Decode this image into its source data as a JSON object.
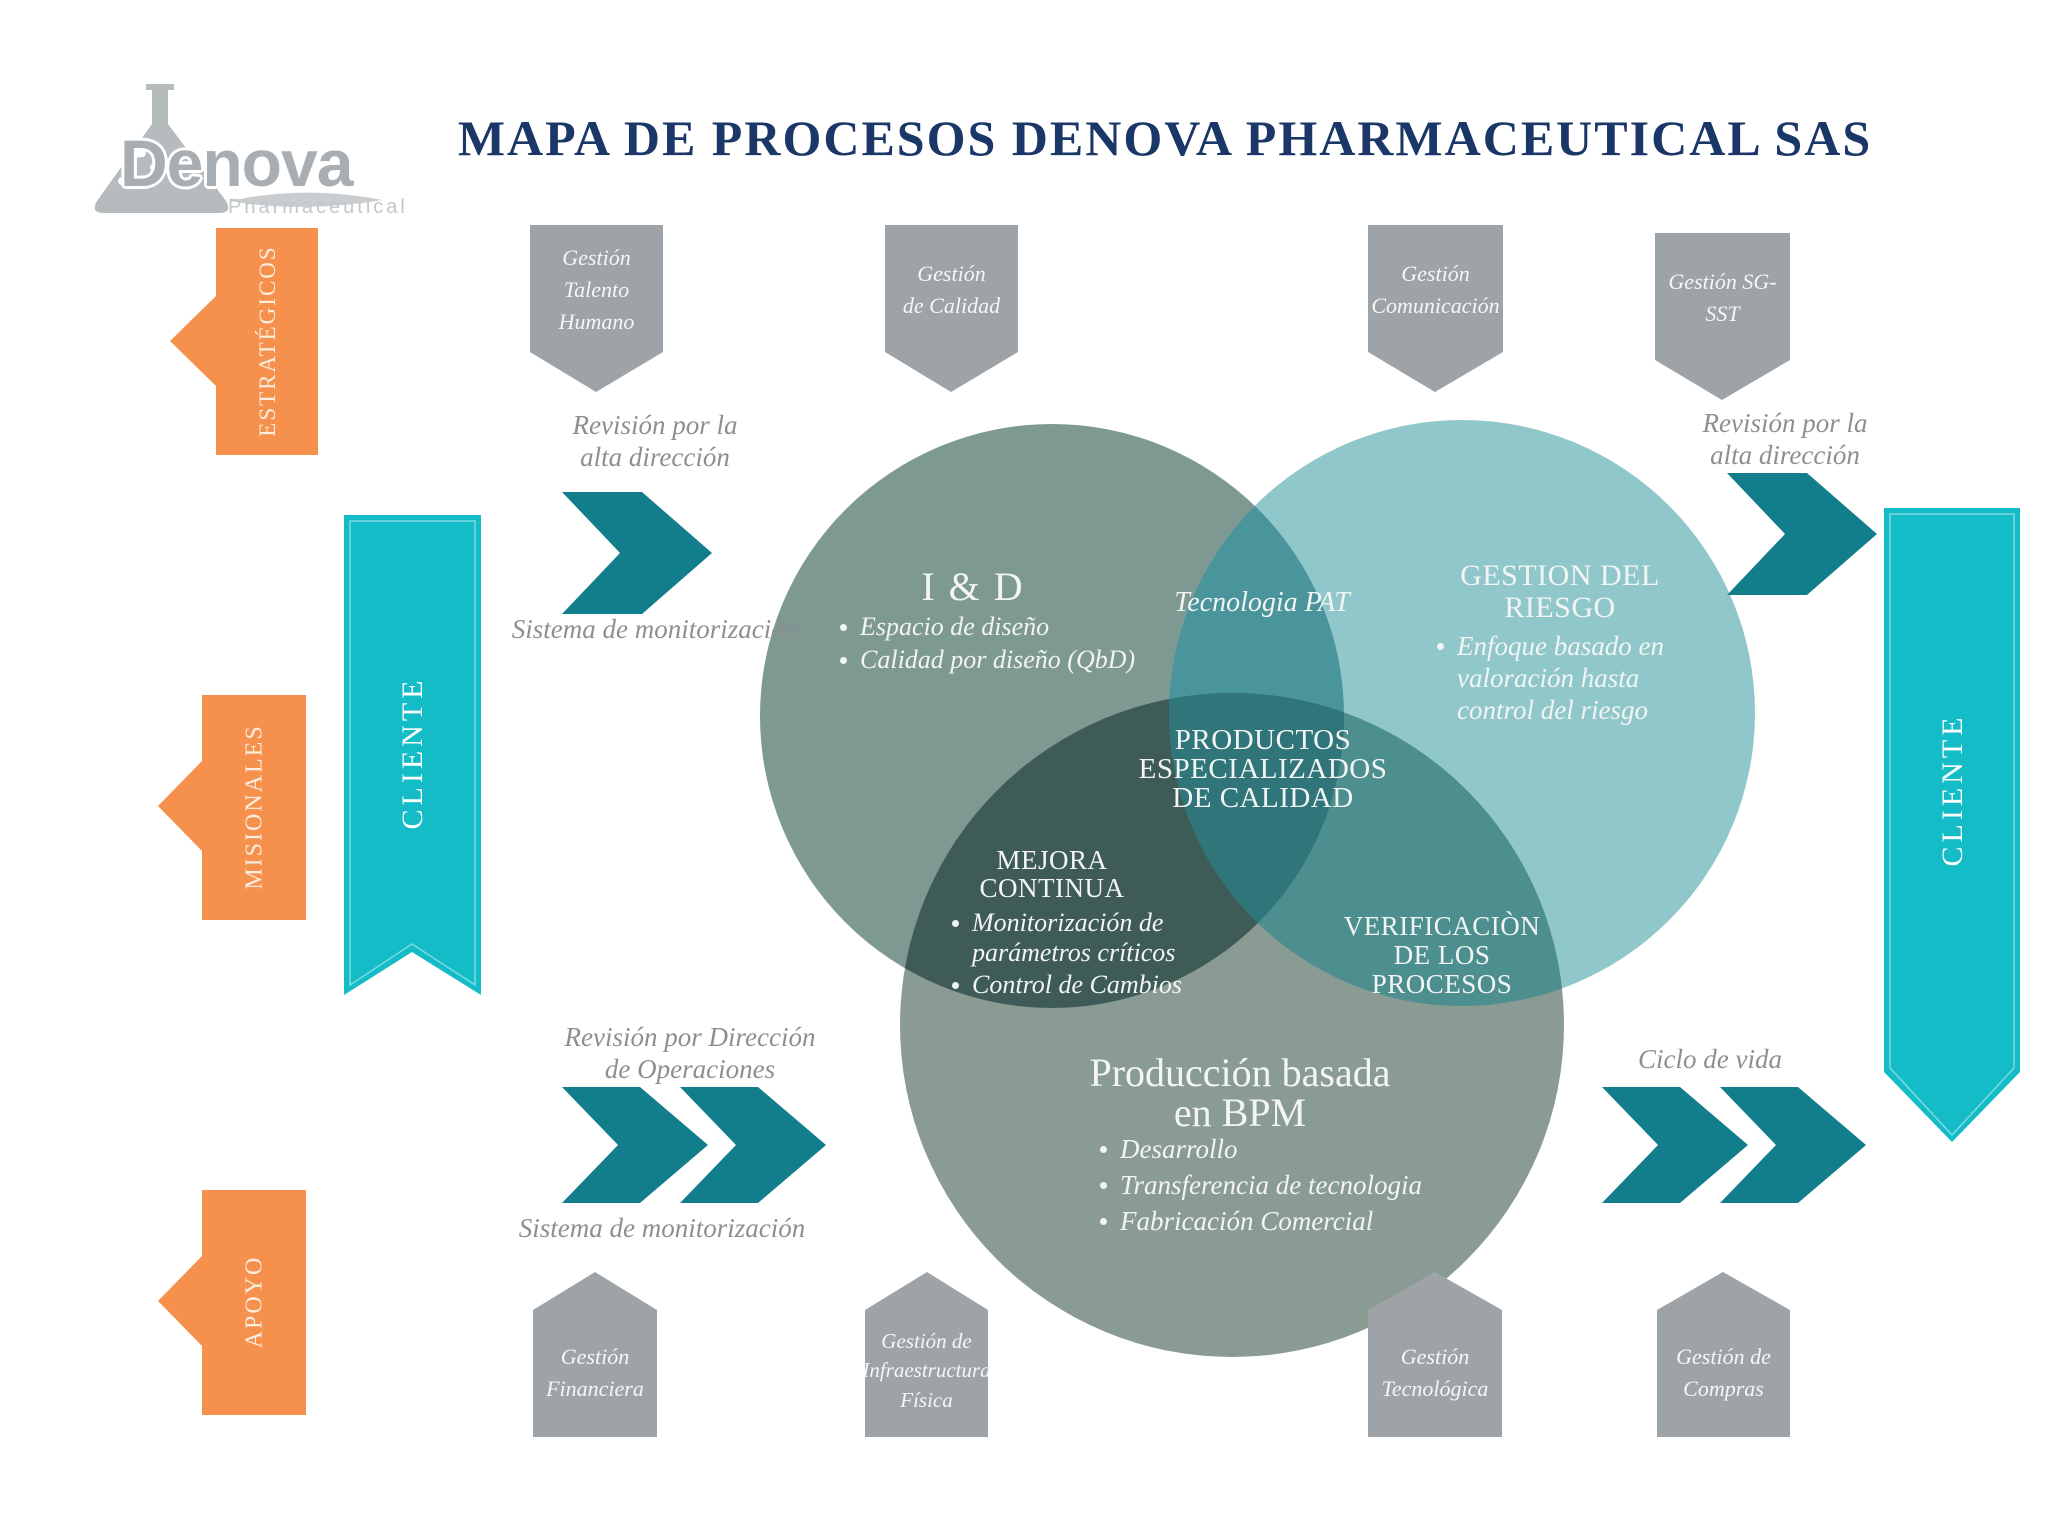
{
  "title": "MAPA DE PROCESOS DENOVA PHARMACEUTICAL SAS",
  "logo": {
    "brand": "Denova",
    "tagline": "Pharmaceutical"
  },
  "palette": {
    "navy": "#1B3768",
    "orange": "#F6904D",
    "teal_bright": "#14BCC8",
    "teal_dark": "#137E8B",
    "gray_shape": "#9EA3A7",
    "gray_text": "#8C8F91",
    "venn_id": "#7E9892",
    "venn_riesgo": "#90C7CA",
    "venn_produccion": "#8A9B94",
    "venn_id_riesgo": "#4A949B",
    "venn_id_produccion": "#3F5B58",
    "venn_riesgo_produccion": "#4D8E8E",
    "venn_center": "#2F7579"
  },
  "process_types": [
    {
      "label": "ESTRATÉGICOS"
    },
    {
      "label": "MISIONALES"
    },
    {
      "label": "APOYO"
    }
  ],
  "client": {
    "left": "CLIENTE",
    "right": "CLIENTE"
  },
  "strategic_processes": [
    {
      "lines": [
        "Gestión Talento",
        "Humano"
      ]
    },
    {
      "lines": [
        "Gestión",
        "de Calidad"
      ]
    },
    {
      "lines": [
        "Gestión",
        "Comunicación"
      ]
    },
    {
      "lines": [
        "Gestión SG-SST"
      ]
    }
  ],
  "support_processes": [
    {
      "lines": [
        "Gestión",
        "Financiera"
      ]
    },
    {
      "lines": [
        "Gestión de",
        "Infraestructura",
        "Física"
      ]
    },
    {
      "lines": [
        "Gestión",
        "Tecnológica"
      ]
    },
    {
      "lines": [
        "Gestión de",
        "Compras"
      ]
    }
  ],
  "flow_labels": {
    "top_left": {
      "lines": [
        "Revisión por la",
        "alta dirección"
      ],
      "below": "Sistema de monitorización"
    },
    "top_right": {
      "lines": [
        "Revisión por la",
        "alta dirección"
      ]
    },
    "bottom_left": {
      "lines": [
        "Revisión por Dirección",
        "de Operaciones"
      ],
      "below": "Sistema de monitorización"
    },
    "bottom_right": {
      "label": "Ciclo de vida"
    }
  },
  "venn": {
    "id": {
      "title": "I & D",
      "bullets": [
        "Espacio de diseño",
        "Calidad por diseño (QbD)"
      ]
    },
    "riesgo": {
      "lines": [
        "GESTION DEL",
        "RIESGO"
      ],
      "bullet": "Enfoque basado en valoración hasta control del riesgo"
    },
    "produccion": {
      "lines": [
        "Producción basada",
        "en BPM"
      ],
      "bullets": [
        "Desarrollo",
        "Transferencia de tecnologia",
        "Fabricación Comercial"
      ]
    },
    "id_riesgo": {
      "label": "Tecnologia PAT"
    },
    "id_produccion": {
      "lines": [
        "MEJORA",
        "CONTINUA"
      ],
      "bullets": [
        "Monitorización de parámetros críticos",
        "Control de Cambios"
      ]
    },
    "riesgo_produccion": {
      "lines": [
        "VERIFICACIÒN",
        "DE LOS",
        "PROCESOS"
      ]
    },
    "center": {
      "lines": [
        "PRODUCTOS",
        "ESPECIALIZADOS",
        "DE CALIDAD"
      ]
    }
  }
}
